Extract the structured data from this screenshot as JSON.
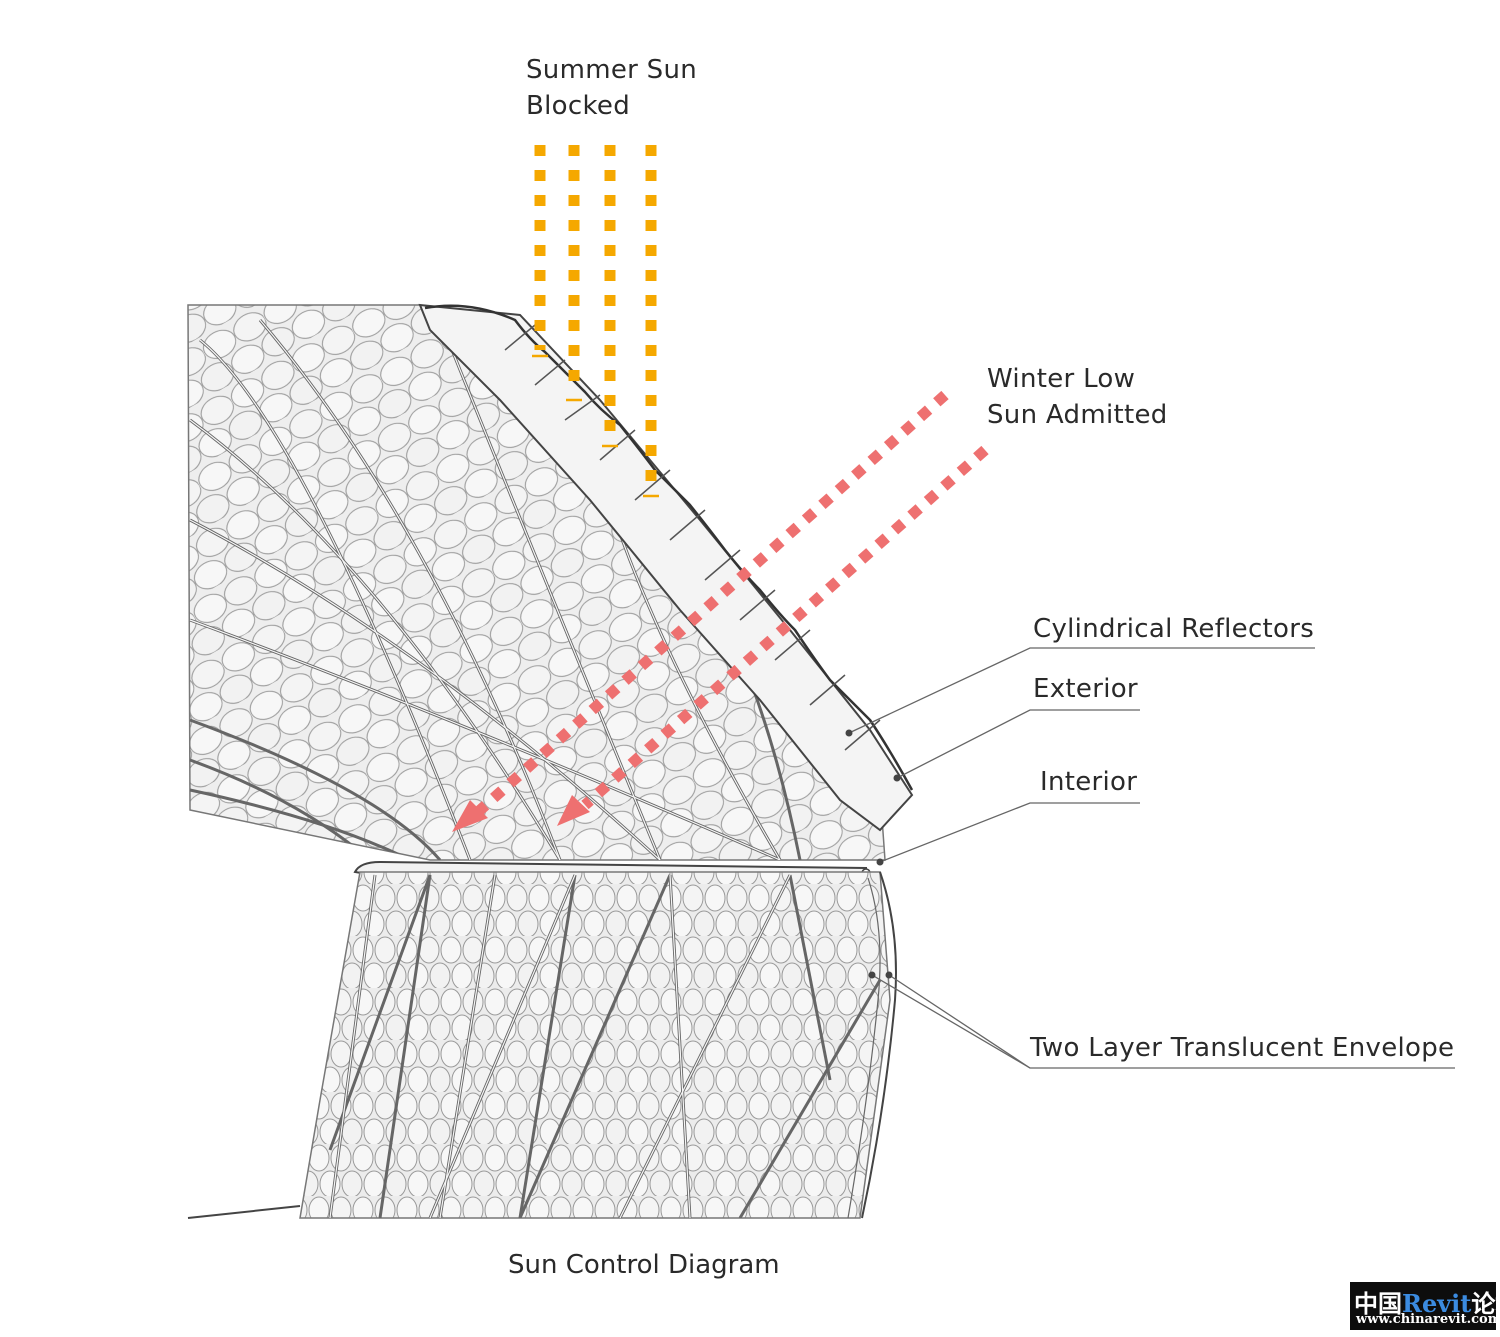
{
  "labels": {
    "summer_line1": "Summer Sun",
    "summer_line2": "Blocked",
    "winter_line1": "Winter Low",
    "winter_line2": "Sun Admitted",
    "cylindrical": "Cylindrical Reflectors",
    "exterior": "Exterior",
    "interior": "Interior",
    "envelope": "Two Layer Translucent Envelope"
  },
  "caption": "Sun Control Diagram",
  "watermark": {
    "prefix": "中国",
    "accent": "Revit",
    "suffix": "论坛",
    "url": "www.chinarevit.com"
  },
  "colors": {
    "summer_sun": "#f5a800",
    "winter_sun": "#ee7070",
    "structure": "#555555",
    "bubbles": "#e6e6e6",
    "leader": "#666666",
    "watermark_accent": "#3b8be0"
  }
}
